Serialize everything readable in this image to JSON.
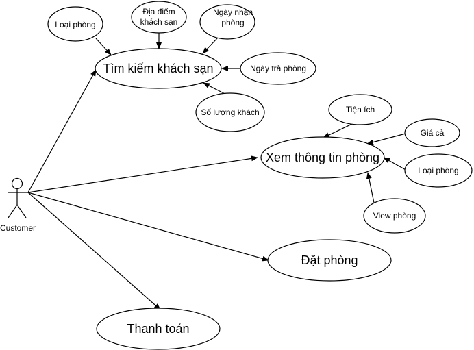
{
  "actor": {
    "label": "Customer"
  },
  "use_cases": {
    "search_hotel": "Tìm kiếm khách sạn",
    "view_room_info": "Xem thông tin phòng",
    "book_room": "Đặt phòng",
    "payment": "Thanh toán"
  },
  "attributes": {
    "room_type_search": "Loại phòng",
    "hotel_location_line1": "Địa điểm",
    "hotel_location_line2": "khách sạn",
    "checkin_date_line1": "Ngày nhận",
    "checkin_date_line2": "phòng",
    "checkout_date": "Ngày trả phòng",
    "guest_count": "Số lượng khách",
    "amenities": "Tiện ích",
    "price": "Giá cả",
    "room_type_view": "Loại phòng",
    "room_view": "View phòng"
  }
}
